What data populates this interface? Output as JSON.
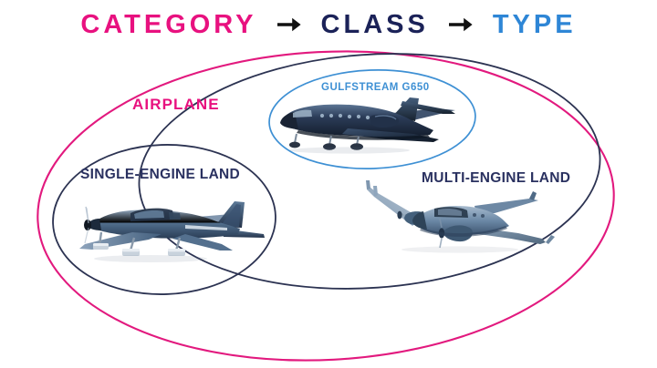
{
  "header": {
    "words": [
      {
        "text": "CATEGORY",
        "color": "#E8117F"
      },
      {
        "text": "CLASS",
        "color": "#1B2258"
      },
      {
        "text": "TYPE",
        "color": "#2E86D6"
      }
    ],
    "arrow_glyph": "→",
    "arrow_color": "#111111"
  },
  "diagram": {
    "category": {
      "label": "AIRPLANE",
      "color": "#E8117F",
      "shape": "ellipse"
    },
    "classes": [
      {
        "label": "SINGLE-ENGINE LAND",
        "color": "#2A3160",
        "aircraft": "single-engine-propeller-airplane"
      },
      {
        "label": "MULTI-ENGINE LAND",
        "color": "#2A3160",
        "aircraft": "twin-engine-propeller-airplane"
      }
    ],
    "type": {
      "label": "GULFSTREAM G650",
      "color": "#3E90D4",
      "aircraft": "business-jet-airplane"
    }
  },
  "colors": {
    "background": "#FFFFFF",
    "category_pink": "#E8117F",
    "class_navy": "#2A3160",
    "type_blue": "#3E90D4",
    "aircraft_body": "#2B3C58",
    "aircraft_light": "#7C93AE"
  }
}
